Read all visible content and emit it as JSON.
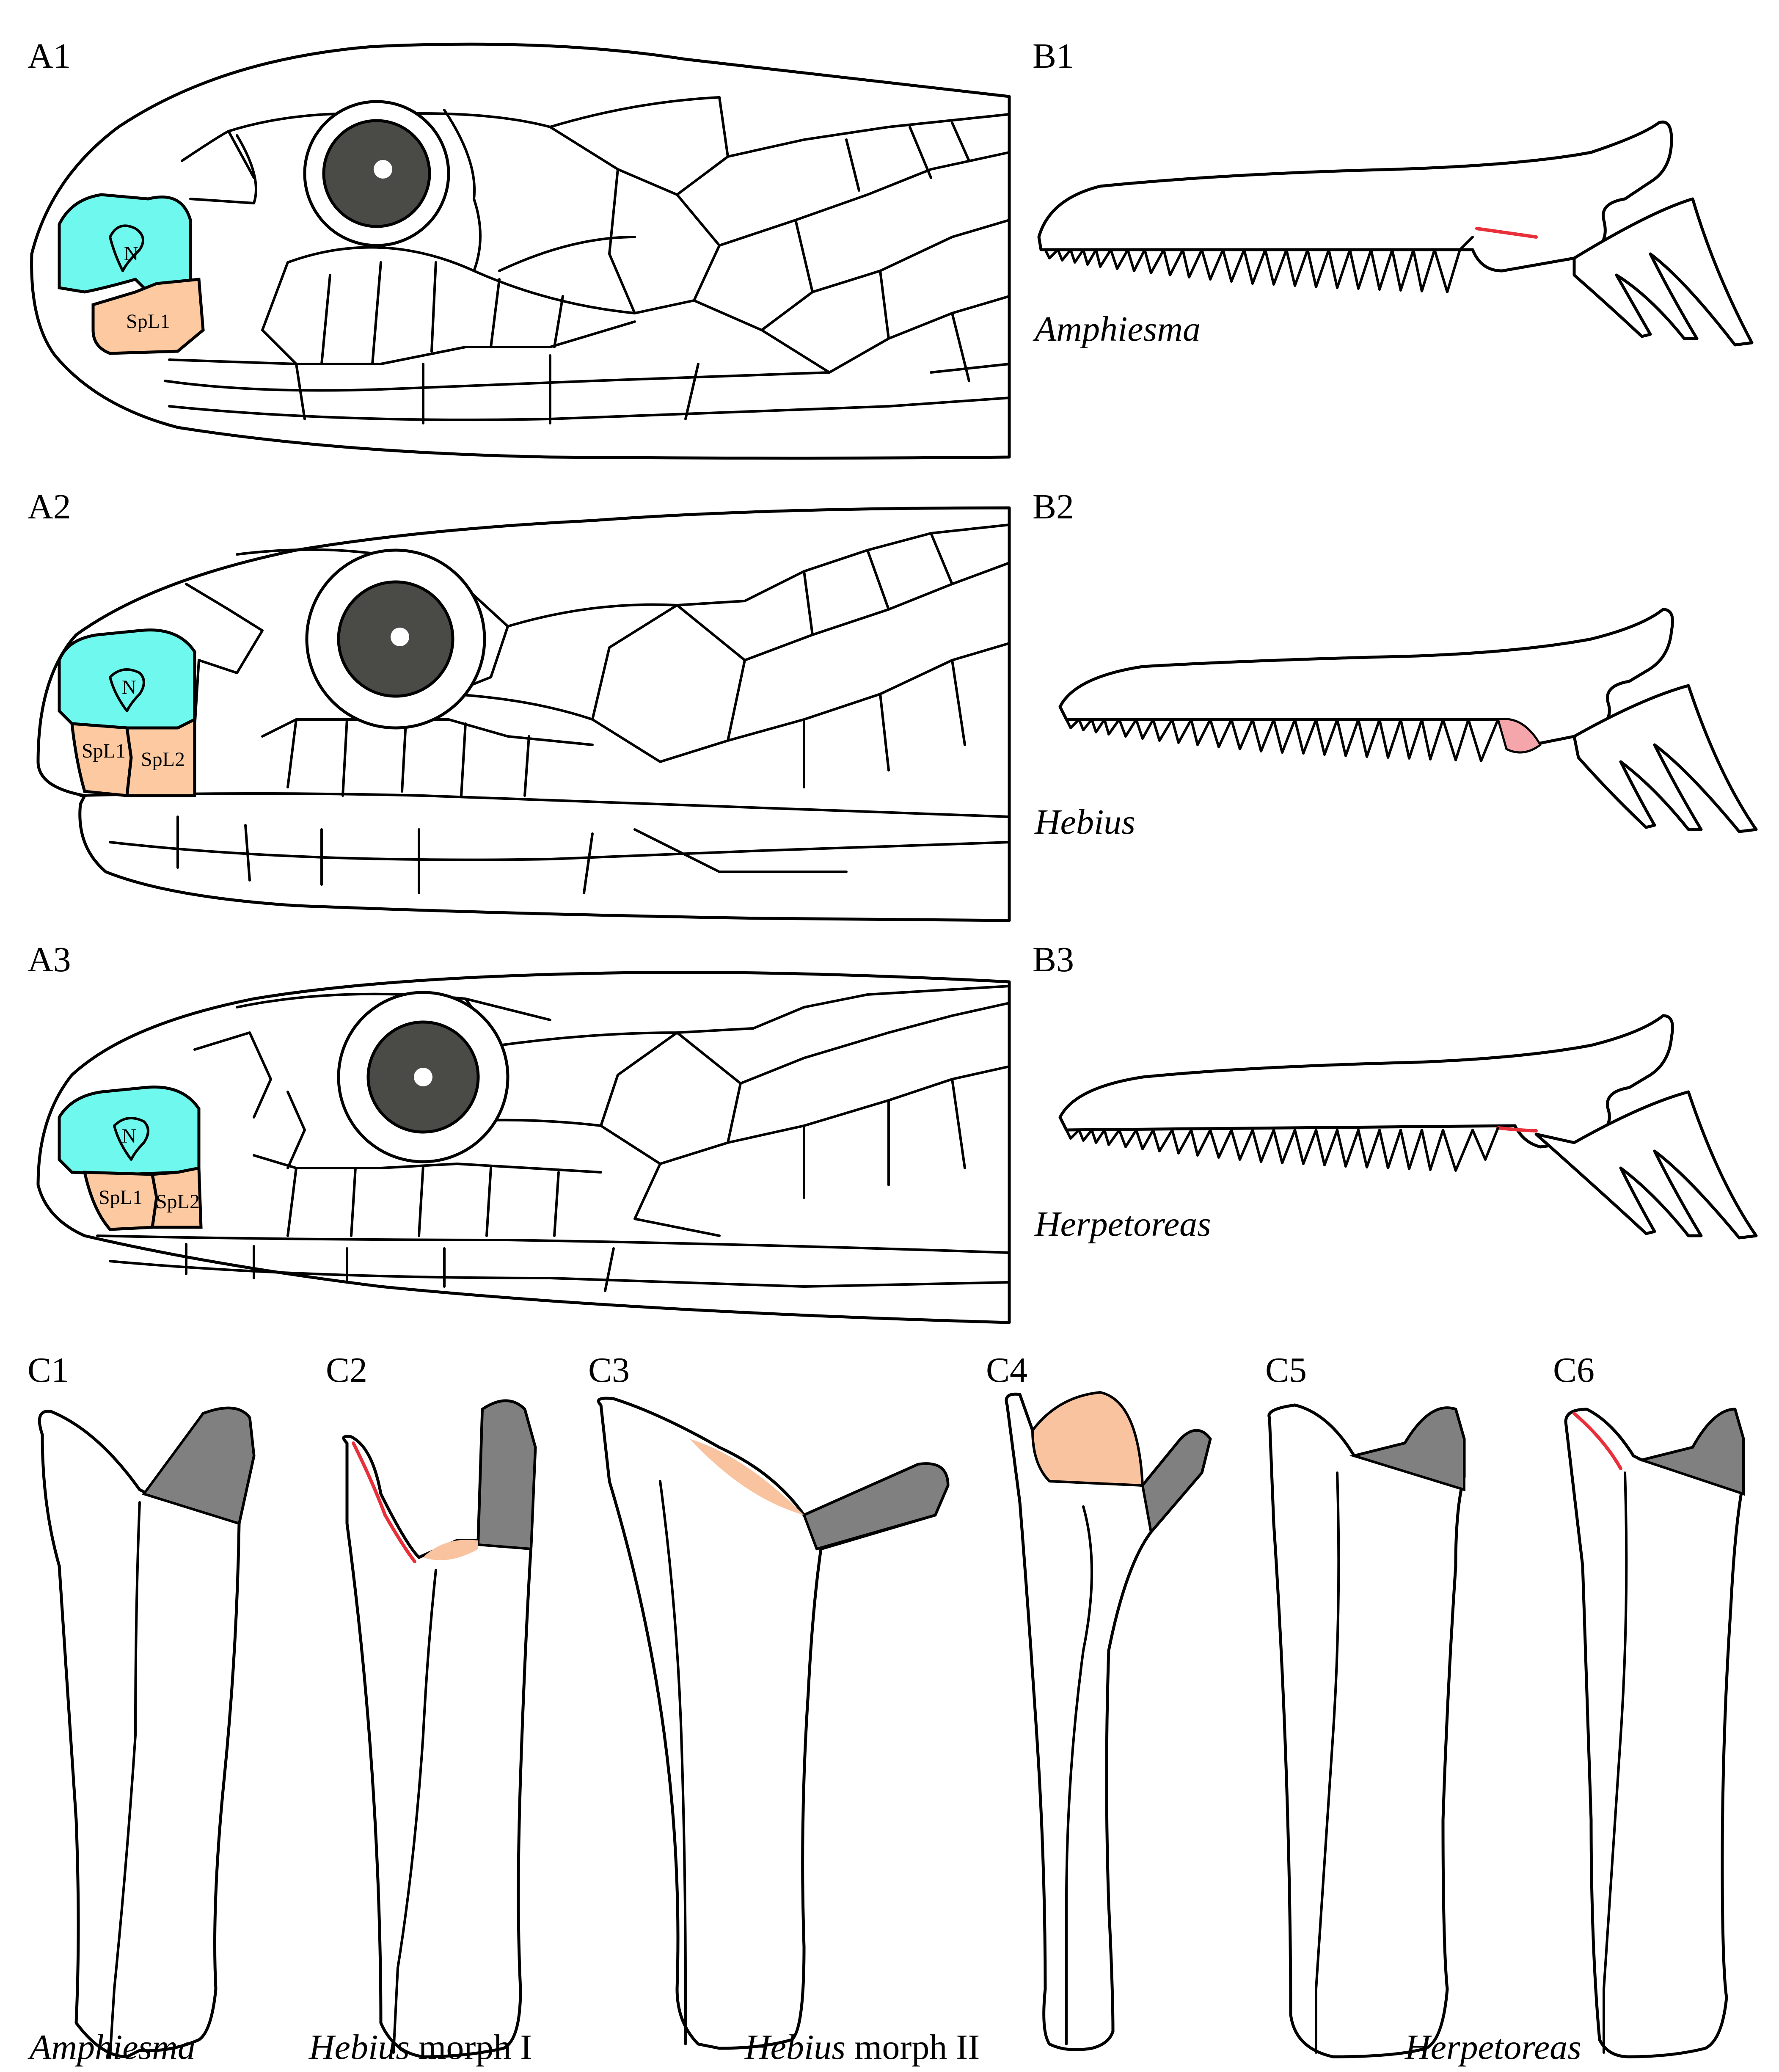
{
  "panels": {
    "a1": "A1",
    "a2": "A2",
    "a3": "A3",
    "b1": "B1",
    "b2": "B2",
    "b3": "B3",
    "c1": "C1",
    "c2": "C2",
    "c3": "C3",
    "c4": "C4",
    "c5": "C5",
    "c6": "C6"
  },
  "scale_labels": {
    "nasal": "N",
    "spl1": "SpL1",
    "spl2": "SpL2"
  },
  "genus_labels": {
    "b1": "Amphiesma",
    "b2": "Hebius",
    "b3": "Herpetoreas"
  },
  "bottom_labels": {
    "c1": "Amphiesma",
    "c2_genus": "Hebius",
    "c2_suffix": " morph I",
    "c34_genus": "Hebius",
    "c34_suffix": " morph II",
    "c56": "Herpetoreas"
  },
  "colors": {
    "nasal_fill": "#6ff8ee",
    "supralabial_fill": "#fcc9a0",
    "eye_fill": "#4a4a46",
    "red_marker": "#e8303a",
    "pink_fill": "#f4a6aa",
    "gray_fill": "#808080",
    "salmon_fill": "#f9c3a0"
  }
}
